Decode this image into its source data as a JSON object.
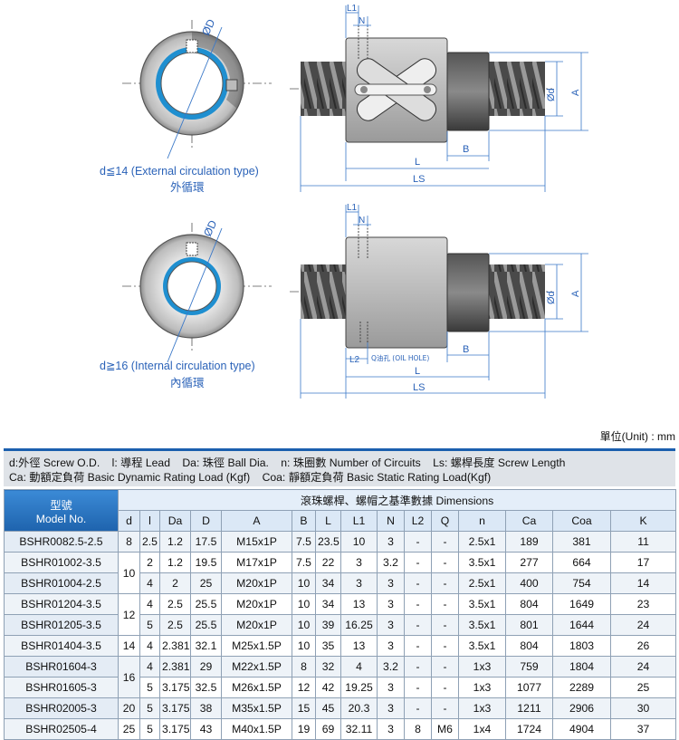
{
  "drawing": {
    "top": {
      "caption_en": "d≦14 (External circulation type)",
      "caption_zh": "外循環",
      "dim_D": "ØD",
      "dim_L1": "L1",
      "dim_N": "N",
      "dim_B": "B",
      "dim_L": "L",
      "dim_LS": "LS",
      "dim_d": "Ød",
      "dim_A": "A"
    },
    "bottom": {
      "caption_en": "d≧16 (Internal circulation type)",
      "caption_zh": "內循環",
      "dim_D": "ØD",
      "dim_L1": "L1",
      "dim_N": "N",
      "dim_L2": "L2",
      "dim_Q": "Q油孔 (OIL HOLE)",
      "dim_B": "B",
      "dim_L": "L",
      "dim_LS": "LS",
      "dim_d": "Ød",
      "dim_A": "A"
    }
  },
  "unit": "單位(Unit) : mm",
  "legend": {
    "line1": [
      "d:外徑  Screw O.D.",
      "l: 導程  Lead",
      "Da: 珠徑  Ball Dia.",
      "n: 珠圈數  Number of Circuits",
      "Ls: 螺桿長度  Screw Length"
    ],
    "line2": [
      "Ca: 動額定負荷  Basic Dynamic Rating Load (Kgf)",
      "Coa: 靜額定負荷  Basic Static Rating Load(Kgf)"
    ]
  },
  "table": {
    "model_header_zh": "型號",
    "model_header_en": "Model No.",
    "dims_header": "滾珠螺桿、螺帽之基準數據  Dimensions",
    "columns": [
      "d",
      "l",
      "Da",
      "D",
      "A",
      "B",
      "L",
      "L1",
      "N",
      "L2",
      "Q",
      "n",
      "Ca",
      "Coa",
      "K"
    ],
    "rows": [
      {
        "model": "BSHR0082.5-2.5",
        "d": "8",
        "l": "2.5",
        "Da": "1.2",
        "D": "17.5",
        "A": "M15x1P",
        "B": "7.5",
        "L": "23.5",
        "L1": "10",
        "N": "3",
        "L2": "-",
        "Q": "-",
        "n": "2.5x1",
        "Ca": "189",
        "Coa": "381",
        "K": "11"
      },
      {
        "model": "BSHR01002-3.5",
        "d": "10",
        "l": "2",
        "Da": "1.2",
        "D": "19.5",
        "A": "M17x1P",
        "B": "7.5",
        "L": "22",
        "L1": "3",
        "N": "3.2",
        "L2": "-",
        "Q": "-",
        "n": "3.5x1",
        "Ca": "277",
        "Coa": "664",
        "K": "17"
      },
      {
        "model": "BSHR01004-2.5",
        "d": "",
        "l": "4",
        "Da": "2",
        "D": "25",
        "A": "M20x1P",
        "B": "10",
        "L": "34",
        "L1": "3",
        "N": "3",
        "L2": "-",
        "Q": "-",
        "n": "2.5x1",
        "Ca": "400",
        "Coa": "754",
        "K": "14"
      },
      {
        "model": "BSHR01204-3.5",
        "d": "12",
        "l": "4",
        "Da": "2.5",
        "D": "25.5",
        "A": "M20x1P",
        "B": "10",
        "L": "34",
        "L1": "13",
        "N": "3",
        "L2": "-",
        "Q": "-",
        "n": "3.5x1",
        "Ca": "804",
        "Coa": "1649",
        "K": "23"
      },
      {
        "model": "BSHR01205-3.5",
        "d": "",
        "l": "5",
        "Da": "2.5",
        "D": "25.5",
        "A": "M20x1P",
        "B": "10",
        "L": "39",
        "L1": "16.25",
        "N": "3",
        "L2": "-",
        "Q": "-",
        "n": "3.5x1",
        "Ca": "801",
        "Coa": "1644",
        "K": "24"
      },
      {
        "model": "BSHR01404-3.5",
        "d": "14",
        "l": "4",
        "Da": "2.381",
        "D": "32.1",
        "A": "M25x1.5P",
        "B": "10",
        "L": "35",
        "L1": "13",
        "N": "3",
        "L2": "-",
        "Q": "-",
        "n": "3.5x1",
        "Ca": "804",
        "Coa": "1803",
        "K": "26"
      },
      {
        "model": "BSHR01604-3",
        "d": "16",
        "l": "4",
        "Da": "2.381",
        "D": "29",
        "A": "M22x1.5P",
        "B": "8",
        "L": "32",
        "L1": "4",
        "N": "3.2",
        "L2": "-",
        "Q": "-",
        "n": "1x3",
        "Ca": "759",
        "Coa": "1804",
        "K": "24"
      },
      {
        "model": "BSHR01605-3",
        "d": "",
        "l": "5",
        "Da": "3.175",
        "D": "32.5",
        "A": "M26x1.5P",
        "B": "12",
        "L": "42",
        "L1": "19.25",
        "N": "3",
        "L2": "-",
        "Q": "-",
        "n": "1x3",
        "Ca": "1077",
        "Coa": "2289",
        "K": "25"
      },
      {
        "model": "BSHR02005-3",
        "d": "20",
        "l": "5",
        "Da": "3.175",
        "D": "38",
        "A": "M35x1.5P",
        "B": "15",
        "L": "45",
        "L1": "20.3",
        "N": "3",
        "L2": "-",
        "Q": "-",
        "n": "1x3",
        "Ca": "1211",
        "Coa": "2906",
        "K": "30"
      },
      {
        "model": "BSHR02505-4",
        "d": "25",
        "l": "5",
        "Da": "3.175",
        "D": "43",
        "A": "M40x1.5P",
        "B": "19",
        "L": "69",
        "L1": "32.11",
        "N": "3",
        "L2": "8",
        "Q": "M6",
        "n": "1x4",
        "Ca": "1724",
        "Coa": "4904",
        "K": "37"
      }
    ]
  }
}
